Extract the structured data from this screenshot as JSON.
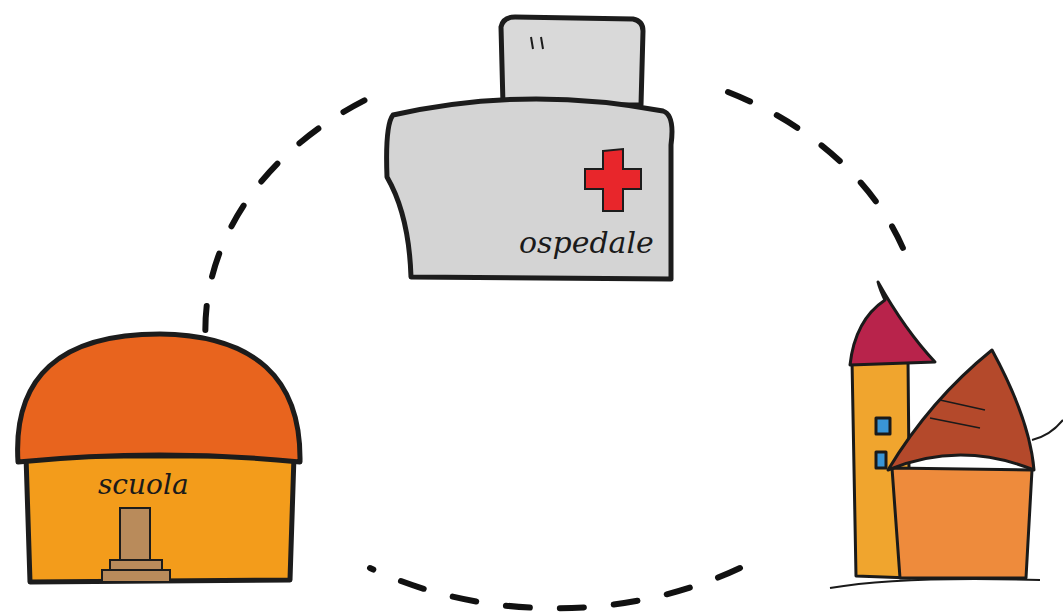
{
  "diagram": {
    "nodes": [
      {
        "text": [
          "ospedale"
        ]
      },
      {
        "text": [
          "scuola"
        ]
      }
    ],
    "edges": [
      {
        "from": 1,
        "to": 0,
        "arrow": "none"
      }
    ]
  }
}
